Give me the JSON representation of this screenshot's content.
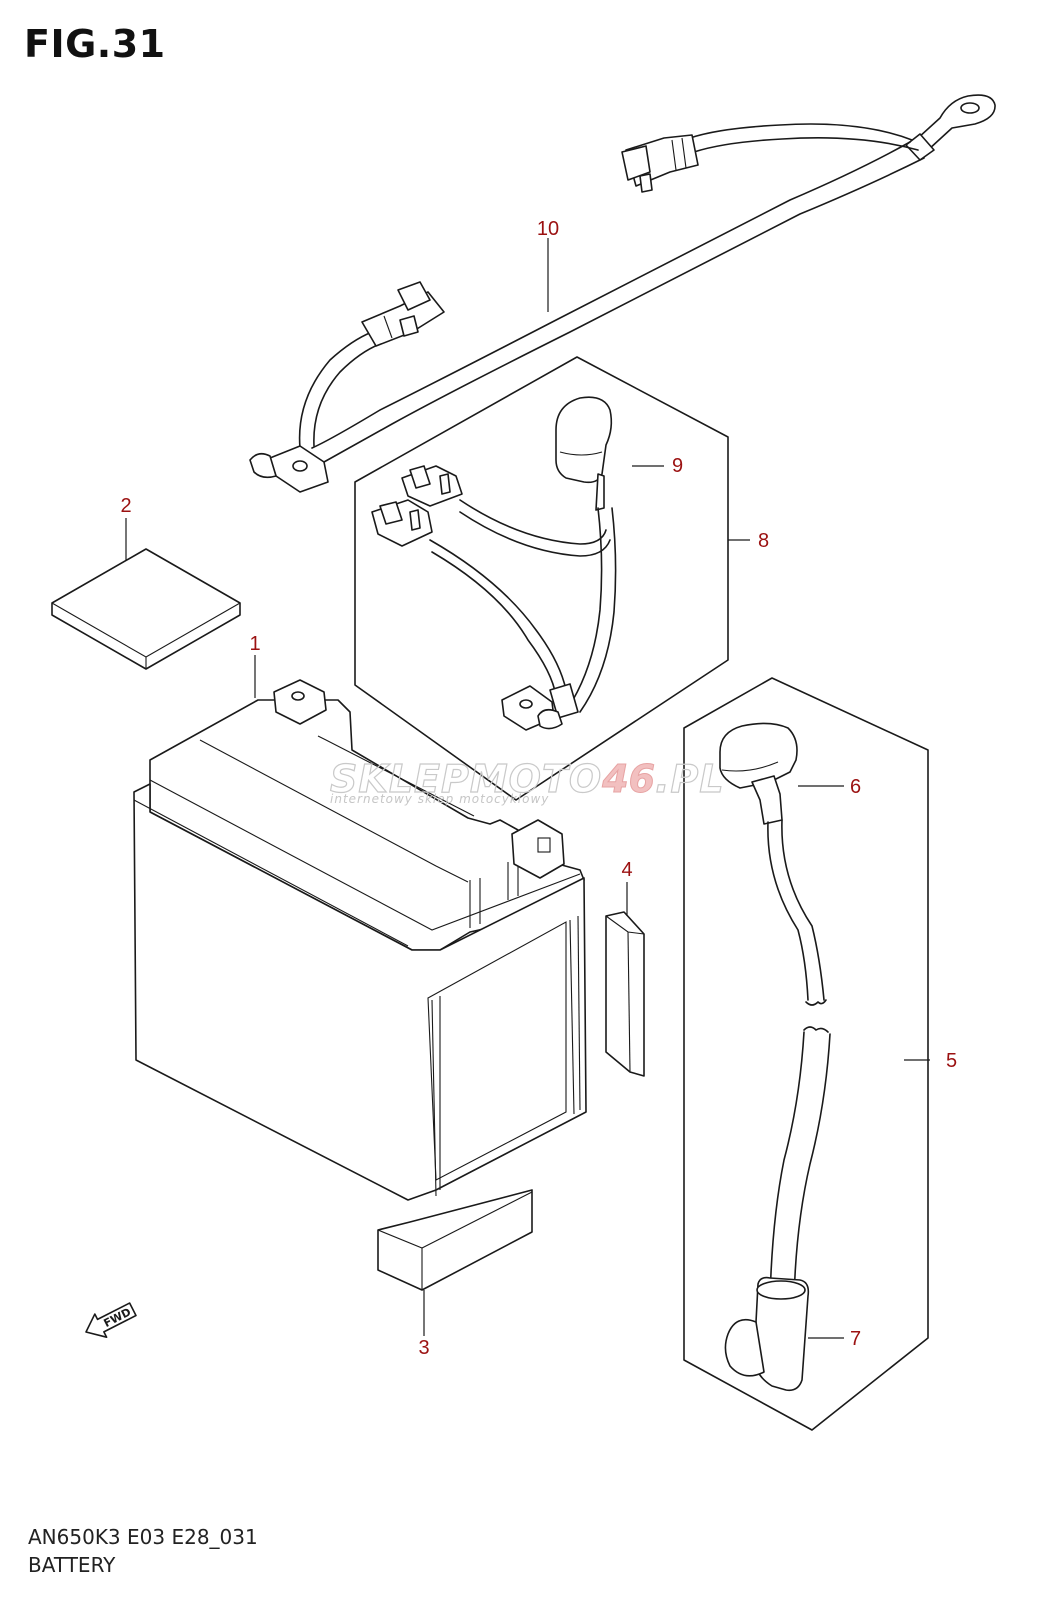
{
  "figure": {
    "title": "FIG.31",
    "model_code": "AN650K3 E03 E28_031",
    "subtitle": "BATTERY"
  },
  "watermark": {
    "brand_a": "SKLEP",
    "brand_b": "MOTO",
    "brand_c": "46",
    "brand_d": ".PL",
    "tagline": "internetowy sklep motocyklowy"
  },
  "direction_marker": {
    "label": "FWD"
  },
  "callouts": [
    {
      "id": "callout-1",
      "label": "1"
    },
    {
      "id": "callout-2",
      "label": "2"
    },
    {
      "id": "callout-3",
      "label": "3"
    },
    {
      "id": "callout-4",
      "label": "4"
    },
    {
      "id": "callout-5",
      "label": "5"
    },
    {
      "id": "callout-6",
      "label": "6"
    },
    {
      "id": "callout-7",
      "label": "7"
    },
    {
      "id": "callout-8",
      "label": "8"
    },
    {
      "id": "callout-9",
      "label": "9"
    },
    {
      "id": "callout-10",
      "label": "10"
    }
  ],
  "colors": {
    "line": "#1a1a1a",
    "callout": "#9b1111",
    "watermark_gray": "#c9c9c9",
    "watermark_red": "#e7a3a3"
  }
}
